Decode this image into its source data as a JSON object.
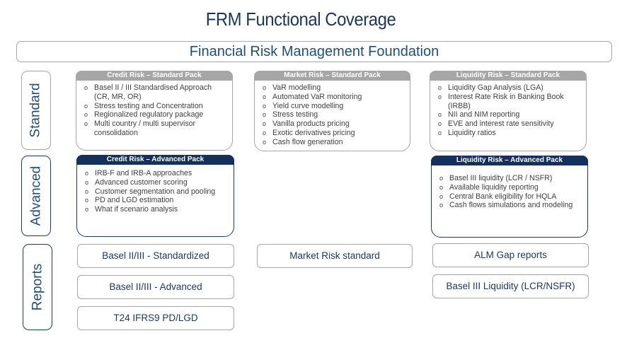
{
  "title": "FRM Functional Coverage",
  "foundation": "Financial Risk Management Foundation",
  "colors": {
    "navy": "#13315c",
    "gray": "#a6a6a6",
    "text": "#1f3864"
  },
  "rows": {
    "standard": "Standard",
    "advanced": "Advanced",
    "reports": "Reports"
  },
  "packs": {
    "credit_standard": {
      "title": "Credit Risk – Standard Pack",
      "items": [
        "Basel II / III Standardised Approach (CR, MR, OR)",
        "Stress testing and Concentration",
        "Regionalized regulatory package",
        "Multi country / multi supervisor consolidation"
      ]
    },
    "market_standard": {
      "title": "Market Risk – Standard Pack",
      "items": [
        "VaR modelling",
        "Automated VaR monitoring",
        "Yield curve modelling",
        "Stress testing",
        "Vanilla products pricing",
        "Exotic derivatives pricing",
        "Cash flow generation"
      ]
    },
    "liquidity_standard": {
      "title": "Liquidity Risk – Standard Pack",
      "items": [
        "Liquidity Gap Analysis (LGA)",
        "Interest Rate Risk in Banking Book (IRBB)",
        "NII and NIM reporting",
        "EVE and interest rate sensitivity",
        "Liquidity ratios"
      ]
    },
    "credit_advanced": {
      "title": "Credit Risk – Advanced Pack",
      "items": [
        "IRB-F and IRB-A approaches",
        "Advanced customer scoring",
        "Customer segmentation and pooling",
        "PD and LGD estimation",
        "What if scenario analysis"
      ]
    },
    "liquidity_advanced": {
      "title": "Liquidity Risk – Advanced Pack",
      "items": [
        "Basel III liquidity (LCR / NSFR)",
        "Available liquidity reporting",
        "Central Bank eligibility for HQLA",
        "Cash flows simulations and modeling"
      ]
    }
  },
  "reports": {
    "credit": [
      "Basel II/III - Standardized",
      "Basel II/III - Advanced",
      "T24 IFRS9 PD/LGD"
    ],
    "market": [
      "Market Risk standard"
    ],
    "liquidity": [
      "ALM Gap reports",
      "Basel III Liquidity (LCR/NSFR)"
    ]
  }
}
